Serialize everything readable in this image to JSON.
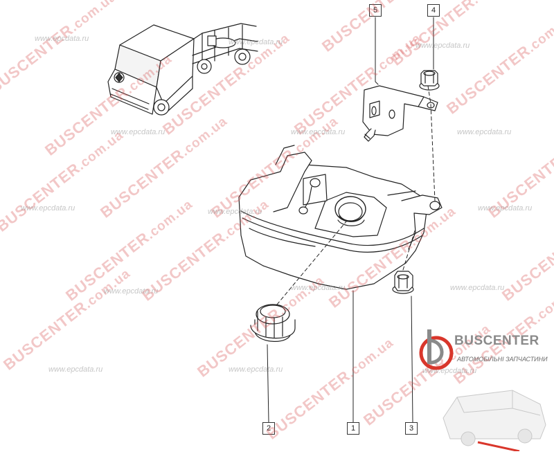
{
  "diagram": {
    "parts": [
      {
        "callout": "1",
        "name": "expansion-tank"
      },
      {
        "callout": "2",
        "name": "filler-cap"
      },
      {
        "callout": "3",
        "name": "flange-nut"
      },
      {
        "callout": "4",
        "name": "flange-nut"
      },
      {
        "callout": "5",
        "name": "tank-bracket"
      }
    ]
  },
  "watermarks": {
    "bus": "BUS",
    "center": "CENTER",
    "domain": ".com.ua",
    "epc": "www.epcdata.ru"
  },
  "brand": {
    "name": "BUSCENTER",
    "subtitle": "АВТОМОБІЛЬНІ ЗАПЧАСТИНИ",
    "colors": {
      "red": "#d9362b",
      "gray": "#8a8a8a"
    }
  }
}
